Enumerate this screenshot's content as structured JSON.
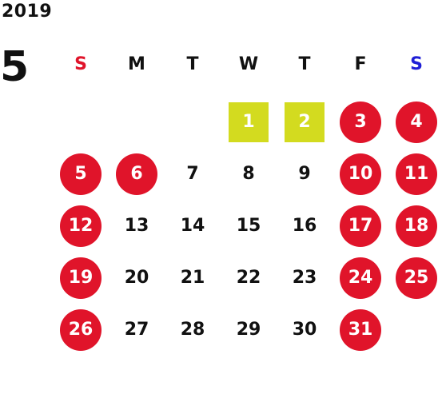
{
  "year": "2019",
  "month": "5",
  "colors": {
    "sunday": "#e0142a",
    "saturday": "#1f1fd6",
    "holiday_bg": "#e0142a",
    "special_bg": "#d3db1f",
    "text": "#111111"
  },
  "weekdays": [
    {
      "label": "S",
      "type": "sunday"
    },
    {
      "label": "M",
      "type": "weekday"
    },
    {
      "label": "T",
      "type": "weekday"
    },
    {
      "label": "W",
      "type": "weekday"
    },
    {
      "label": "T",
      "type": "weekday"
    },
    {
      "label": "F",
      "type": "weekday"
    },
    {
      "label": "S",
      "type": "saturday"
    }
  ],
  "weeks": [
    [
      {
        "day": ""
      },
      {
        "day": ""
      },
      {
        "day": ""
      },
      {
        "day": "1",
        "style": "special"
      },
      {
        "day": "2",
        "style": "special"
      },
      {
        "day": "3",
        "style": "holiday"
      },
      {
        "day": "4",
        "style": "holiday"
      }
    ],
    [
      {
        "day": "5",
        "style": "holiday"
      },
      {
        "day": "6",
        "style": "holiday"
      },
      {
        "day": "7",
        "style": "normal"
      },
      {
        "day": "8",
        "style": "normal"
      },
      {
        "day": "9",
        "style": "normal"
      },
      {
        "day": "10",
        "style": "holiday"
      },
      {
        "day": "11",
        "style": "holiday"
      }
    ],
    [
      {
        "day": "12",
        "style": "holiday"
      },
      {
        "day": "13",
        "style": "normal"
      },
      {
        "day": "14",
        "style": "normal"
      },
      {
        "day": "15",
        "style": "normal"
      },
      {
        "day": "16",
        "style": "normal"
      },
      {
        "day": "17",
        "style": "holiday"
      },
      {
        "day": "18",
        "style": "holiday"
      }
    ],
    [
      {
        "day": "19",
        "style": "holiday"
      },
      {
        "day": "20",
        "style": "normal"
      },
      {
        "day": "21",
        "style": "normal"
      },
      {
        "day": "22",
        "style": "normal"
      },
      {
        "day": "23",
        "style": "normal"
      },
      {
        "day": "24",
        "style": "holiday"
      },
      {
        "day": "25",
        "style": "holiday"
      }
    ],
    [
      {
        "day": "26",
        "style": "holiday"
      },
      {
        "day": "27",
        "style": "normal"
      },
      {
        "day": "28",
        "style": "normal"
      },
      {
        "day": "29",
        "style": "normal"
      },
      {
        "day": "30",
        "style": "normal"
      },
      {
        "day": "31",
        "style": "holiday"
      },
      {
        "day": ""
      }
    ]
  ]
}
